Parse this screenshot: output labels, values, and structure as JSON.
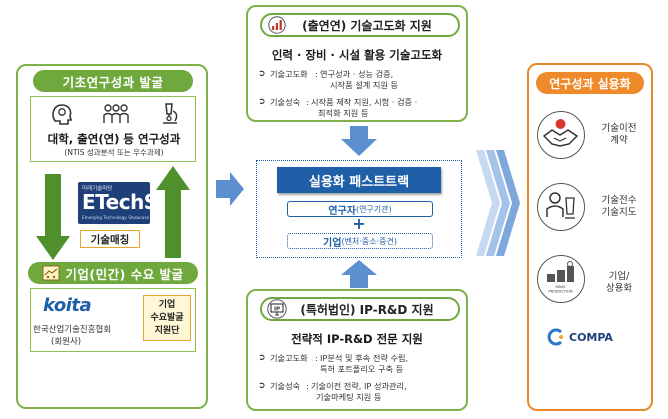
{
  "left": {
    "title_top": "기초연구성과 발굴",
    "research_results": "대학, 출연(연) 등 연구성과",
    "ntis_note": "(NTIS 성과분석 또는 우수과제)",
    "etechs_small": "미래기술마당",
    "etechs_logo": "ETechS",
    "etechs_tagline": "Emerging Technology Showcase",
    "tech_matching": "기술매칭",
    "title_bottom": "기업(민간) 수요 발굴",
    "koita_logo": "koita",
    "koita_org": "한국산업기술진흥협회",
    "koita_member": "(회원사)",
    "demand_team": [
      "기업",
      "수요발굴",
      "지원단"
    ]
  },
  "top_card": {
    "title": "(출연연) 기술고도화 지원",
    "subtitle": "인력 · 장비 · 시설 활용 기술고도화",
    "items": [
      {
        "label": "기술고도화",
        "lines": [
          "연구성과 · 성능 검증,",
          "시작품 설계 지원 등"
        ]
      },
      {
        "label": "기술성숙",
        "lines": [
          "시작품 제작 지원, 시험 · 검증 ·",
          "최적화 지원 등"
        ]
      }
    ]
  },
  "center": {
    "title": "실용화 패스트트랙",
    "researcher": "연구자",
    "researcher_sub": "(연구기관)",
    "plus": "+",
    "company": "기업",
    "company_sub": "(벤처·중소·중견)"
  },
  "bottom_card": {
    "title": "(특허법인) IP-R&D 지원",
    "ip_badge": "IP",
    "subtitle": "전략적 IP-R&D 전문 지원",
    "items": [
      {
        "label": "기술고도화",
        "lines": [
          "IP분석 및 후속 전략 수립,",
          "특허 포트폴리오 구축 등"
        ]
      },
      {
        "label": "기술성숙",
        "lines": [
          "기술이전 전략, IP 성과관리,",
          "기술마케팅 지원 등"
        ]
      }
    ]
  },
  "right": {
    "title": "연구성과 실용화",
    "items": [
      {
        "lines": [
          "기술이전",
          "계약"
        ]
      },
      {
        "lines": [
          "기술전수",
          "기술지도"
        ]
      },
      {
        "lines": [
          "기업/",
          "상용화"
        ]
      }
    ],
    "mass_production": [
      "MASS",
      "PRODUCTION"
    ],
    "compa_logo": "COMPA"
  },
  "colors": {
    "green": "#6fa83c",
    "green_dark": "#3f7f27",
    "orange": "#ef8a2b",
    "blue": "#1f5fa8",
    "arrow_blue": "#5b8fcf"
  }
}
